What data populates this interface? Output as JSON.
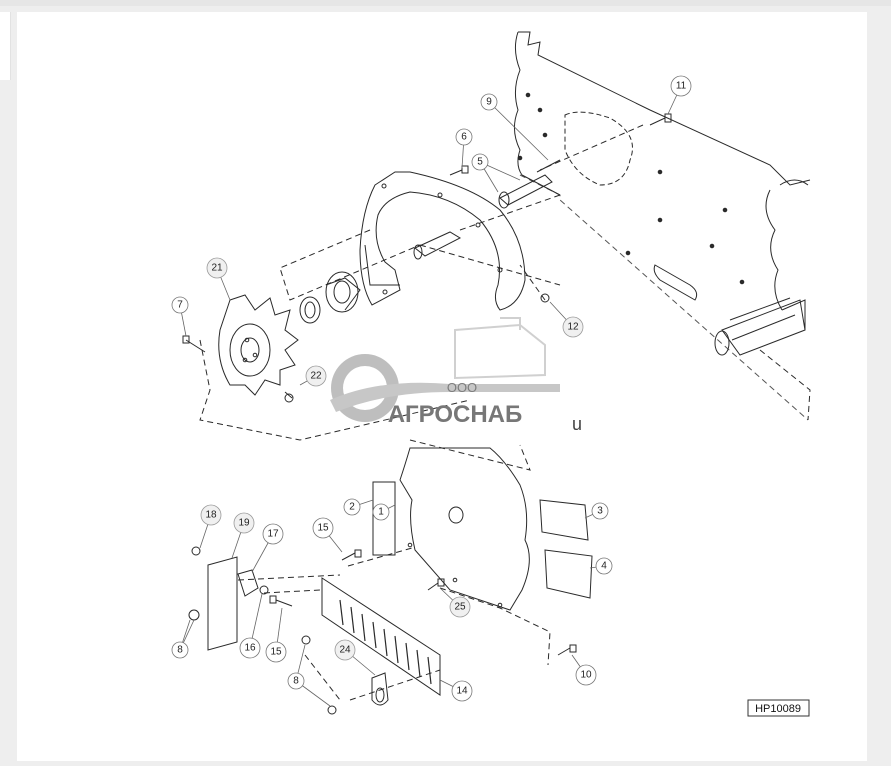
{
  "diagram": {
    "reference_code": "HP10089",
    "watermark": {
      "company_prefix": "ООО",
      "company_name": "АГРОСНАБ",
      "suffix": "u"
    },
    "callouts": [
      "1",
      "2",
      "3",
      "4",
      "5",
      "6",
      "7",
      "8",
      "8",
      "9",
      "10",
      "11",
      "12",
      "14",
      "15",
      "15",
      "16",
      "17",
      "18",
      "19",
      "21",
      "22",
      "24",
      "25"
    ]
  },
  "colors": {
    "line": "#2a2a2a",
    "callout_fill": "#ffffff",
    "watermark_gray": "#7d7d7d"
  }
}
